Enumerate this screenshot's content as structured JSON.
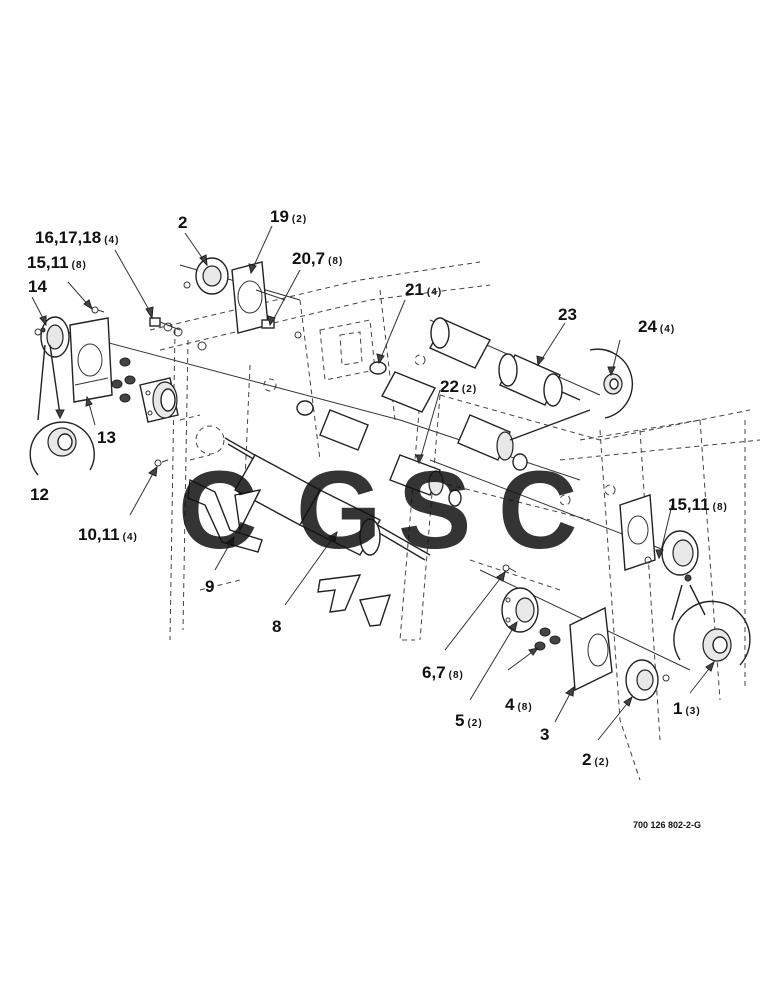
{
  "figure_number": "700 126 802-2-G",
  "watermark": {
    "letters": [
      "C",
      "G",
      "S",
      "C"
    ],
    "colors": [
      "#4f86f7",
      "#ea4335",
      "#fbbc05",
      "#34a853"
    ]
  },
  "callouts": [
    {
      "id": "c-16-17-18",
      "label": "16,17,18",
      "qty": "(4)"
    },
    {
      "id": "c-2-top",
      "label": "2",
      "qty": ""
    },
    {
      "id": "c-19",
      "label": "19",
      "qty": "(2)"
    },
    {
      "id": "c-20-7",
      "label": "20,7",
      "qty": "(8)"
    },
    {
      "id": "c-15-11-left",
      "label": "15,11",
      "qty": "(8)"
    },
    {
      "id": "c-14",
      "label": "14",
      "qty": ""
    },
    {
      "id": "c-21",
      "label": "21",
      "qty": "(4)"
    },
    {
      "id": "c-23",
      "label": "23",
      "qty": ""
    },
    {
      "id": "c-24",
      "label": "24",
      "qty": "(4)"
    },
    {
      "id": "c-22",
      "label": "22",
      "qty": "(2)"
    },
    {
      "id": "c-13",
      "label": "13",
      "qty": ""
    },
    {
      "id": "c-12",
      "label": "12",
      "qty": ""
    },
    {
      "id": "c-10-11",
      "label": "10,11",
      "qty": "(4)"
    },
    {
      "id": "c-15-11-right",
      "label": "15,11",
      "qty": "(8)"
    },
    {
      "id": "c-9",
      "label": "9",
      "qty": ""
    },
    {
      "id": "c-8",
      "label": "8",
      "qty": ""
    },
    {
      "id": "c-6-7",
      "label": "6,7",
      "qty": "(8)"
    },
    {
      "id": "c-4",
      "label": "4",
      "qty": "(8)"
    },
    {
      "id": "c-5",
      "label": "5",
      "qty": "(2)"
    },
    {
      "id": "c-3",
      "label": "3",
      "qty": ""
    },
    {
      "id": "c-1",
      "label": "1",
      "qty": "(3)"
    },
    {
      "id": "c-2-bottom",
      "label": "2",
      "qty": "(2)"
    }
  ]
}
